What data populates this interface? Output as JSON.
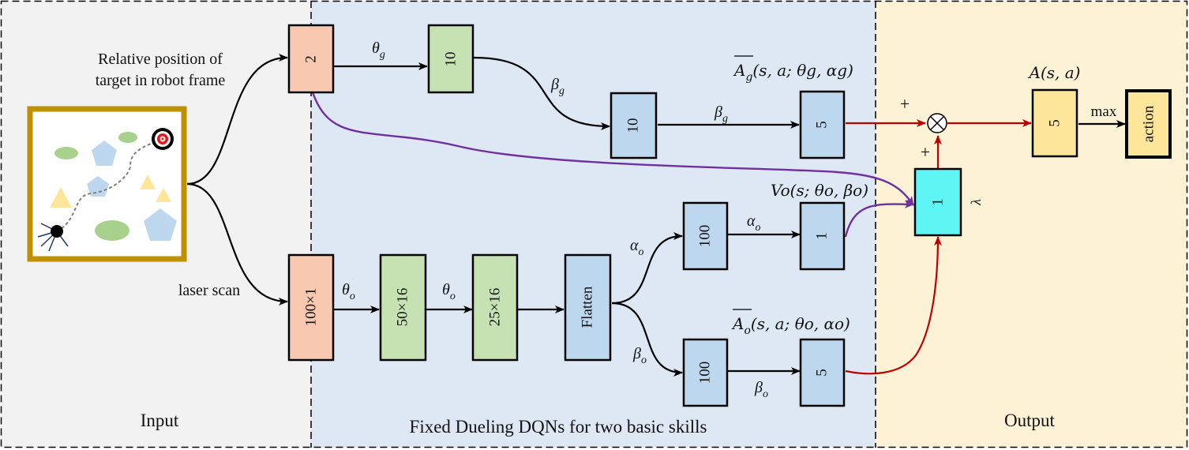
{
  "sections": {
    "input": "Input",
    "dqn": "Fixed Dueling DQNs for two basic skills",
    "output": "Output"
  },
  "inputs": {
    "target_label_line1": "Relative position of",
    "target_label_line2": "target in robot frame",
    "laser_label": "laser scan"
  },
  "blocks": {
    "goal_in": "2",
    "goal_hidden": "10",
    "goal_hidden2": "10",
    "goal_adv": "5",
    "laser_in": "100×1",
    "conv1": "50×16",
    "conv2": "25×16",
    "flatten": "Flatten",
    "obs_value_hidden": "100",
    "obs_value": "1",
    "obs_adv_hidden": "100",
    "obs_adv": "5",
    "lambda_unit": "1",
    "out_adv": "5",
    "action": "action"
  },
  "symbols": {
    "lambda": "λ",
    "plus_top": "+",
    "plus_side": "+",
    "max": "max",
    "theta_g_base": "θ",
    "theta_g_sub": "g",
    "beta_g1_base": "β",
    "beta_g1_sub": "g",
    "beta_g2_base": "β",
    "beta_g2_sub": "g",
    "theta_o1_base": "θ",
    "theta_o1_sub": "o",
    "theta_o2_base": "θ",
    "theta_o2_sub": "o",
    "alpha_o1_base": "α",
    "alpha_o1_sub": "o",
    "alpha_o2_base": "α",
    "alpha_o2_sub": "o",
    "beta_o1_base": "β",
    "beta_o1_sub": "o",
    "beta_o2_base": "β",
    "beta_o2_sub": "o"
  },
  "formulas": {
    "ag_base": "A",
    "ag_sub": "g",
    "ag_rest": "(s, a; θg, αg)",
    "vo": "Vo(s; θo, βo)",
    "ao_base": "A",
    "ao_sub": "o",
    "ao_rest": "(s, a; θo, αo)",
    "a": "A(s, a)"
  },
  "colors": {
    "input_bg": "#f2f2f2",
    "dqn_bg": "#dde8f4",
    "output_bg": "#fdf1d6",
    "salmon": "#f9c8b0",
    "green": "#c6e2b3",
    "blue": "#bdd7ee",
    "cyan": "#5ff5f5",
    "yellow": "#fde59a",
    "frame": "#bf9000",
    "red_arrow": "#c00000",
    "purple_arrow": "#7030a0"
  }
}
